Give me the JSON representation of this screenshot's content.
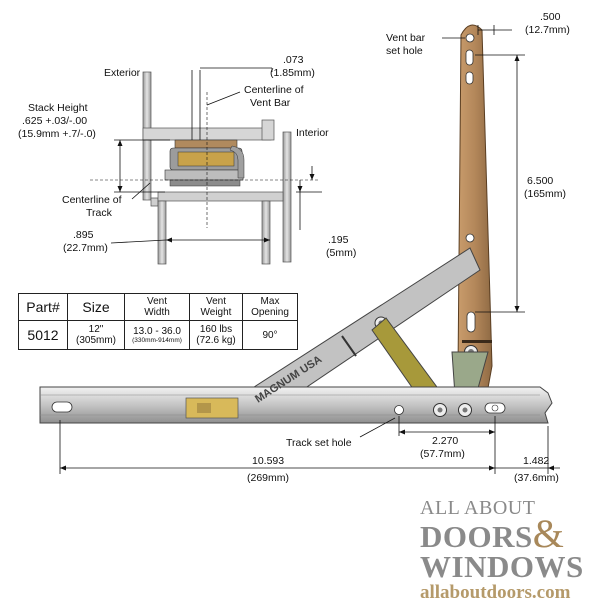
{
  "labels": {
    "exterior": "Exterior",
    "interior": "Interior",
    "stack_height_1": "Stack Height",
    "stack_height_2": ".625 +.03/-.00",
    "stack_height_3": "(15.9mm +.7/-.0)",
    "dim_073_in": ".073",
    "dim_073_mm": "(1.85mm)",
    "centerline_vent_1": "Centerline of",
    "centerline_vent_2": "Vent Bar",
    "centerline_track_1": "Centerline of",
    "centerline_track_2": "Track",
    "dim_895_in": ".895",
    "dim_895_mm": "(22.7mm)",
    "dim_195_in": ".195",
    "dim_195_mm": "(5mm)",
    "dim_500_in": ".500",
    "dim_500_mm": "(12.7mm)",
    "vent_set_hole_1": "Vent bar",
    "vent_set_hole_2": "set hole",
    "dim_6500_in": "6.500",
    "dim_6500_mm": "(165mm)",
    "track_set_hole": "Track set hole",
    "dim_2270_in": "2.270",
    "dim_2270_mm": "(57.7mm)",
    "dim_10593_in": "10.593",
    "dim_10593_mm": "(269mm)",
    "dim_1482_in": "1.482",
    "dim_1482_mm": "(37.6mm)",
    "arm_brand": "MAGNUM USA"
  },
  "spec_table": {
    "headers": {
      "part": "Part#",
      "size": "Size",
      "vent_width_1": "Vent",
      "vent_width_2": "Width",
      "vent_weight_1": "Vent",
      "vent_weight_2": "Weight",
      "max_opening_1": "Max",
      "max_opening_2": "Opening"
    },
    "row": {
      "part": "5012",
      "size_1": "12\"",
      "size_2": "(305mm)",
      "width_1": "13.0 - 36.0",
      "width_2": "(330mm-914mm)",
      "weight_1": "160 lbs",
      "weight_2": "(72.6 kg)",
      "opening": "90°"
    }
  },
  "brand": {
    "line1": "ALL ABOUT",
    "line2": "DOORS",
    "amp": "&",
    "line3": "WINDOWS",
    "url": "allaboutdoors.com"
  },
  "colors": {
    "track": "#c9c9c9",
    "vent_bar": "#b3875a",
    "support_arm": "#bfbfbf",
    "olive_link": "#a7993a",
    "green_link": "#9aa88a",
    "shoe": "#d8b95a",
    "brand_gray": "#8a8a8a",
    "brand_tan": "#b59a6a"
  }
}
